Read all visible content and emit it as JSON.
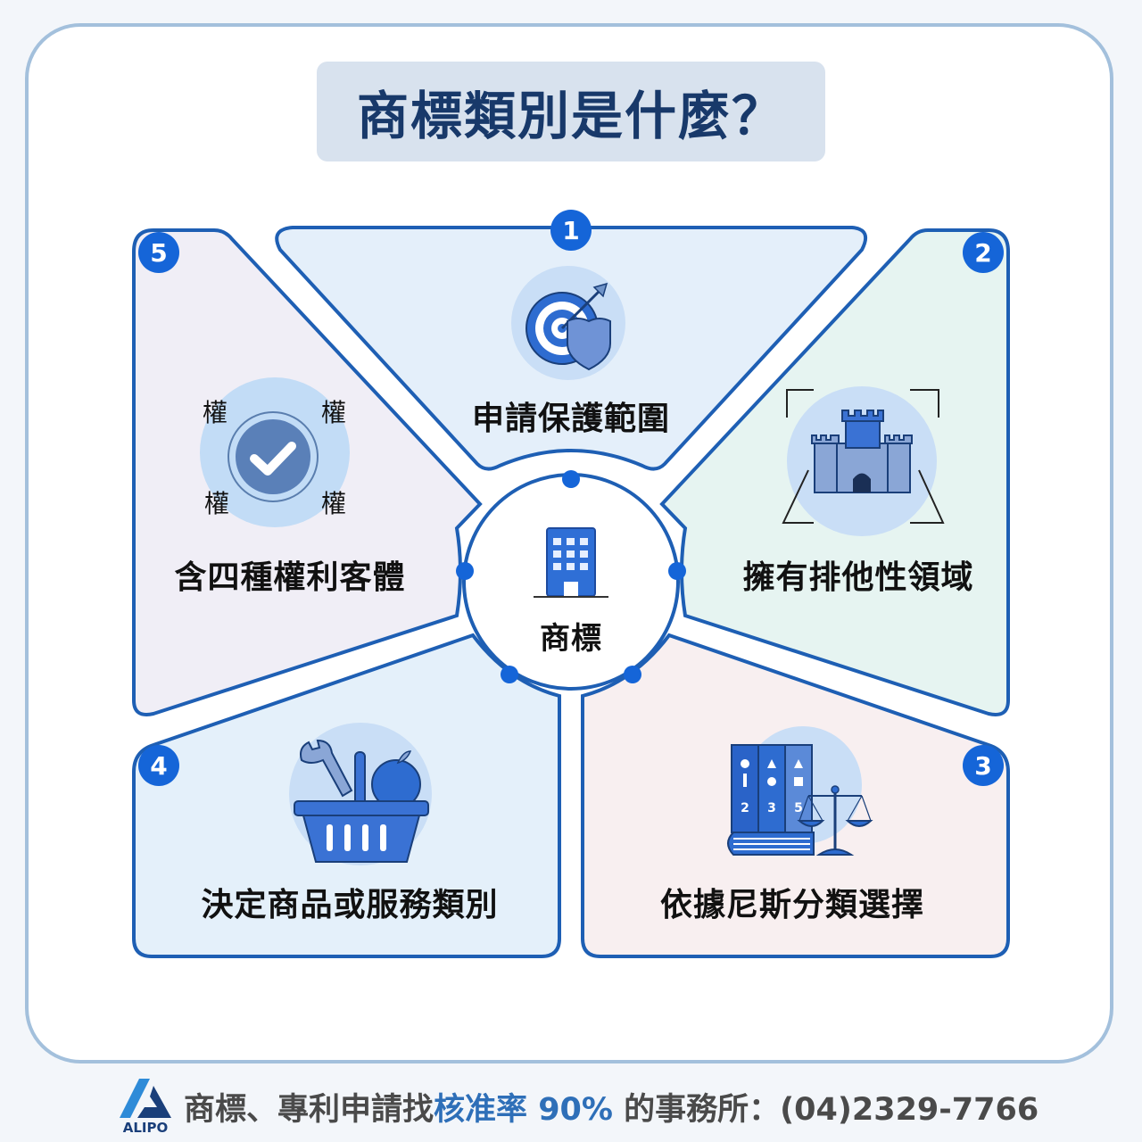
{
  "title": "商標類別是什麼？",
  "center": {
    "label": "商標",
    "icon": "office-building-icon"
  },
  "sections": [
    {
      "number": "1",
      "label": "申請保護範圍",
      "icon": "target-shield-icon",
      "bg": "#e4effa"
    },
    {
      "number": "2",
      "label": "擁有排他性領域",
      "icon": "castle-territory-icon",
      "bg": "#e6f4f1"
    },
    {
      "number": "3",
      "label": "依據尼斯分類選擇",
      "icon": "books-scale-icon",
      "bg": "#f8eff0"
    },
    {
      "number": "4",
      "label": "決定商品或服務類別",
      "icon": "tool-basket-icon",
      "bg": "#e4f0fa"
    },
    {
      "number": "5",
      "label": "含四種權利客體",
      "icon": "check-cycle-icon",
      "bg": "#f0eef6",
      "rights": [
        "權",
        "權",
        "權",
        "權"
      ]
    }
  ],
  "books": {
    "spine_numbers": [
      "2",
      "3",
      "5"
    ]
  },
  "colors": {
    "accent": "#1565d8",
    "title_text": "#18396a",
    "title_bg": "#d8e2ee",
    "border": "#1e5fb4"
  },
  "footer": {
    "logo_text": "ALIPO",
    "text_before": "商標、專利申請找",
    "text_accent": "核准率 90%",
    "text_after": " 的事務所：(04)2329-7766"
  }
}
